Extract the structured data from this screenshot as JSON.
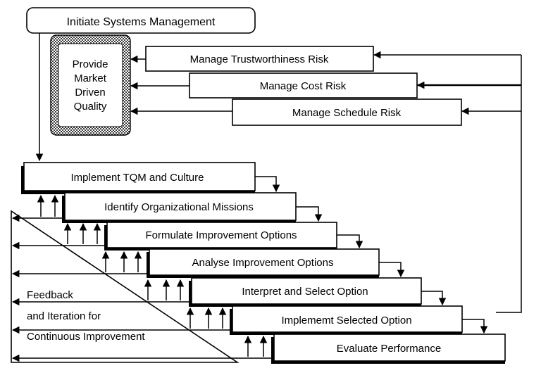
{
  "start_box": {
    "label": "Initiate Systems Management"
  },
  "quality_box": {
    "lines": [
      "Provide",
      "Market",
      "Driven",
      "Quality"
    ]
  },
  "risk_boxes": [
    {
      "label": "Manage Trustworthiness Risk"
    },
    {
      "label": "Manage Cost Risk"
    },
    {
      "label": "Manage Schedule Risk"
    }
  ],
  "steps": [
    {
      "label": "Implement TQM and Culture"
    },
    {
      "label": "Identify Organizational Missions"
    },
    {
      "label": "Formulate Improvement Options"
    },
    {
      "label": "Analyse Improvement Options"
    },
    {
      "label": "Interpret and Select Option"
    },
    {
      "label": "Implememt Selected Option"
    },
    {
      "label": "Evaluate Performance"
    }
  ],
  "feedback": {
    "lines": [
      "Feedback",
      "and Iteration for",
      "Continuous Improvement"
    ]
  }
}
